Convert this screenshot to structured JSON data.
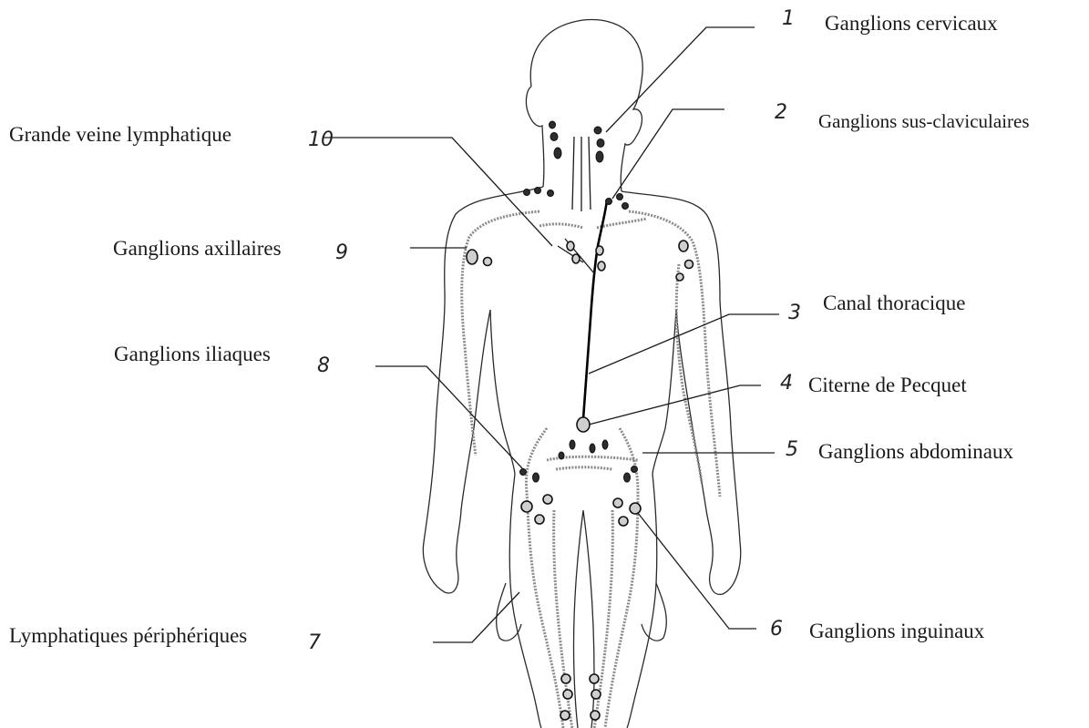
{
  "labels": {
    "l1": {
      "num": "1",
      "text": "Ganglions cervicaux"
    },
    "l2": {
      "num": "2",
      "text": "Ganglions sus-claviculaires"
    },
    "l3": {
      "num": "3",
      "text": "Canal thoracique"
    },
    "l4": {
      "num": "4",
      "text": "Citerne de Pecquet"
    },
    "l5": {
      "num": "5",
      "text": "Ganglions abdominaux"
    },
    "l6": {
      "num": "6",
      "text": "Ganglions inguinaux"
    },
    "l7": {
      "num": "7",
      "text": "Lymphatiques périphériques"
    },
    "l8": {
      "num": "8",
      "text": "Ganglions iliaques"
    },
    "l9": {
      "num": "9",
      "text": "Ganglions axillaires"
    },
    "l10": {
      "num": "10",
      "text": "Grande veine lymphatique"
    }
  },
  "colors": {
    "ink": "#1a1a1a",
    "vessel": "#8a8a8a",
    "background": "#ffffff"
  }
}
